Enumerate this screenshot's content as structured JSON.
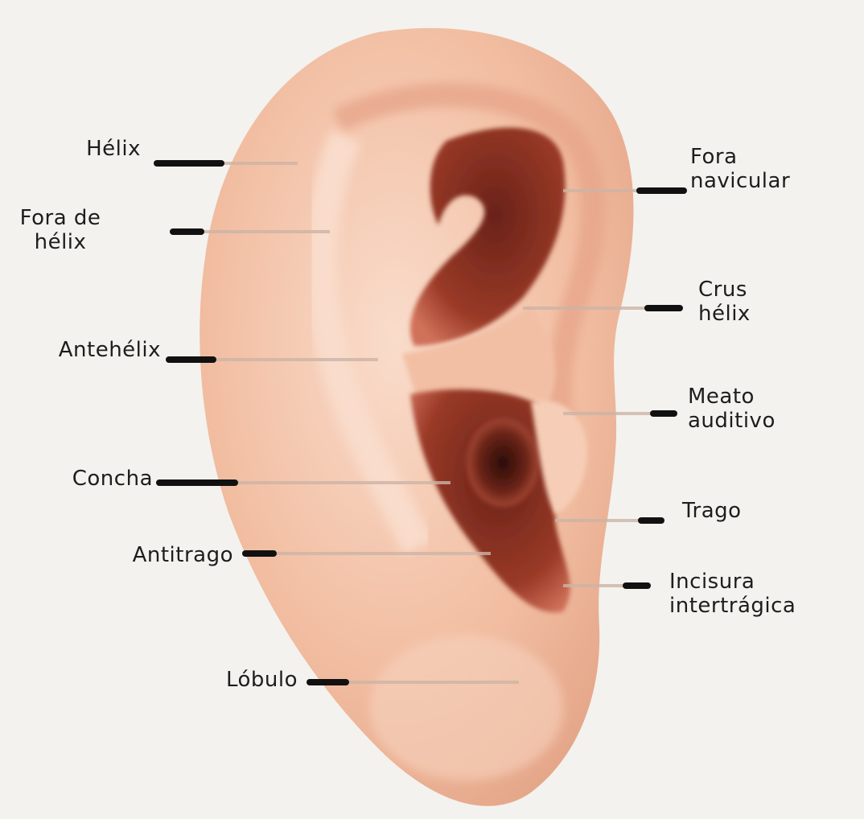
{
  "colors": {
    "background": "#f3f2ee",
    "skin": "#f3c3a6",
    "skin_light": "#f8d8c4",
    "skin_shadow": "#e19b7f",
    "cavity": "#8c3424",
    "cavity_dark": "#5a1e16",
    "leader": "#111111",
    "leader_faint": "#cdb4a6"
  },
  "labels": {
    "left": [
      {
        "id": "helix",
        "text": "Hélix"
      },
      {
        "id": "fossa-helix",
        "text": "Fora de\nhélix"
      },
      {
        "id": "antihelix",
        "text": "Antehélix"
      },
      {
        "id": "concha",
        "text": "Concha"
      },
      {
        "id": "antitragus",
        "text": "Antitrago"
      },
      {
        "id": "lobule",
        "text": "Lóbulo"
      }
    ],
    "right": [
      {
        "id": "fossa-navicular",
        "text": "Fora\nnavicular"
      },
      {
        "id": "crus-helix",
        "text": "Crus\nhélix"
      },
      {
        "id": "meatus",
        "text": "Meato\nauditivo"
      },
      {
        "id": "tragus",
        "text": "Trago"
      },
      {
        "id": "intertragic-notch",
        "text": "Incisura\nintertrágica"
      }
    ]
  }
}
